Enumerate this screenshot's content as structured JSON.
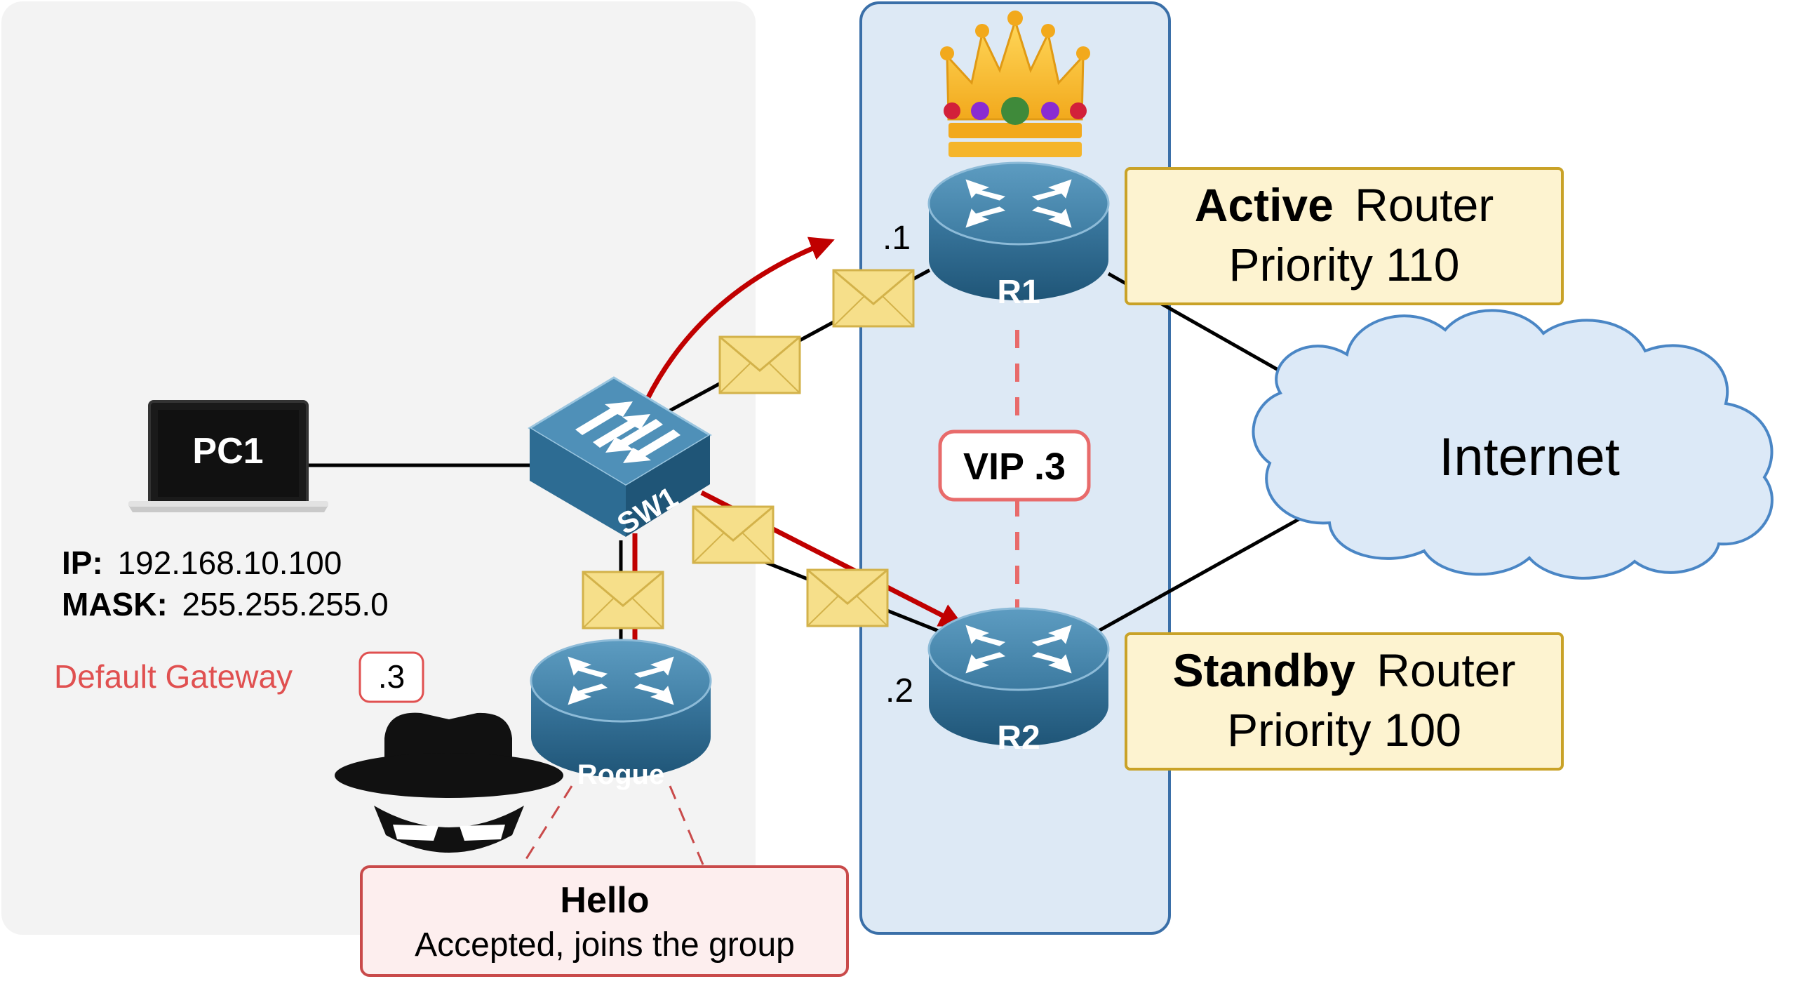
{
  "pc1": {
    "label": "PC1",
    "ip_key": "IP:",
    "ip_value": "192.168.10.100",
    "mask_key": "MASK:",
    "mask_value": "255.255.255.0",
    "gateway_label": "Default Gateway",
    "gateway_value": ".3"
  },
  "sw1": {
    "label": "SW1"
  },
  "r1": {
    "label": "R1",
    "ip_suffix": ".1",
    "role_bold": "Active",
    "role_rest": "Router",
    "priority": "Priority 110"
  },
  "r2": {
    "label": "R2",
    "ip_suffix": ".2",
    "role_bold": "Standby",
    "role_rest": "Router",
    "priority": "Priority 100"
  },
  "rogue": {
    "label": "Rogue"
  },
  "vip": {
    "label": "VIP .3"
  },
  "internet": {
    "label": "Internet"
  },
  "hello_box": {
    "title": "Hello",
    "subtitle": "Accepted, joins the group"
  },
  "colors": {
    "attack_red": "#c00000",
    "label_red": "#e05050",
    "group_panel": "#dde9f5",
    "group_border": "#3a6fa8",
    "lan_panel": "#f3f3f3",
    "router_blue": "#3f7fa6",
    "role_box_fill": "#fdf3d0",
    "role_box_border": "#c9a227",
    "cloud_fill": "#dce9f7",
    "cloud_border": "#4a86c5",
    "envelope": "#f6df8a",
    "hello_fill": "#fdeeee",
    "hello_border": "#c94a4a"
  },
  "icons": [
    "laptop-icon",
    "switch-icon",
    "router-icon",
    "crown-icon",
    "hacker-icon",
    "cloud-icon",
    "envelope-icon"
  ]
}
